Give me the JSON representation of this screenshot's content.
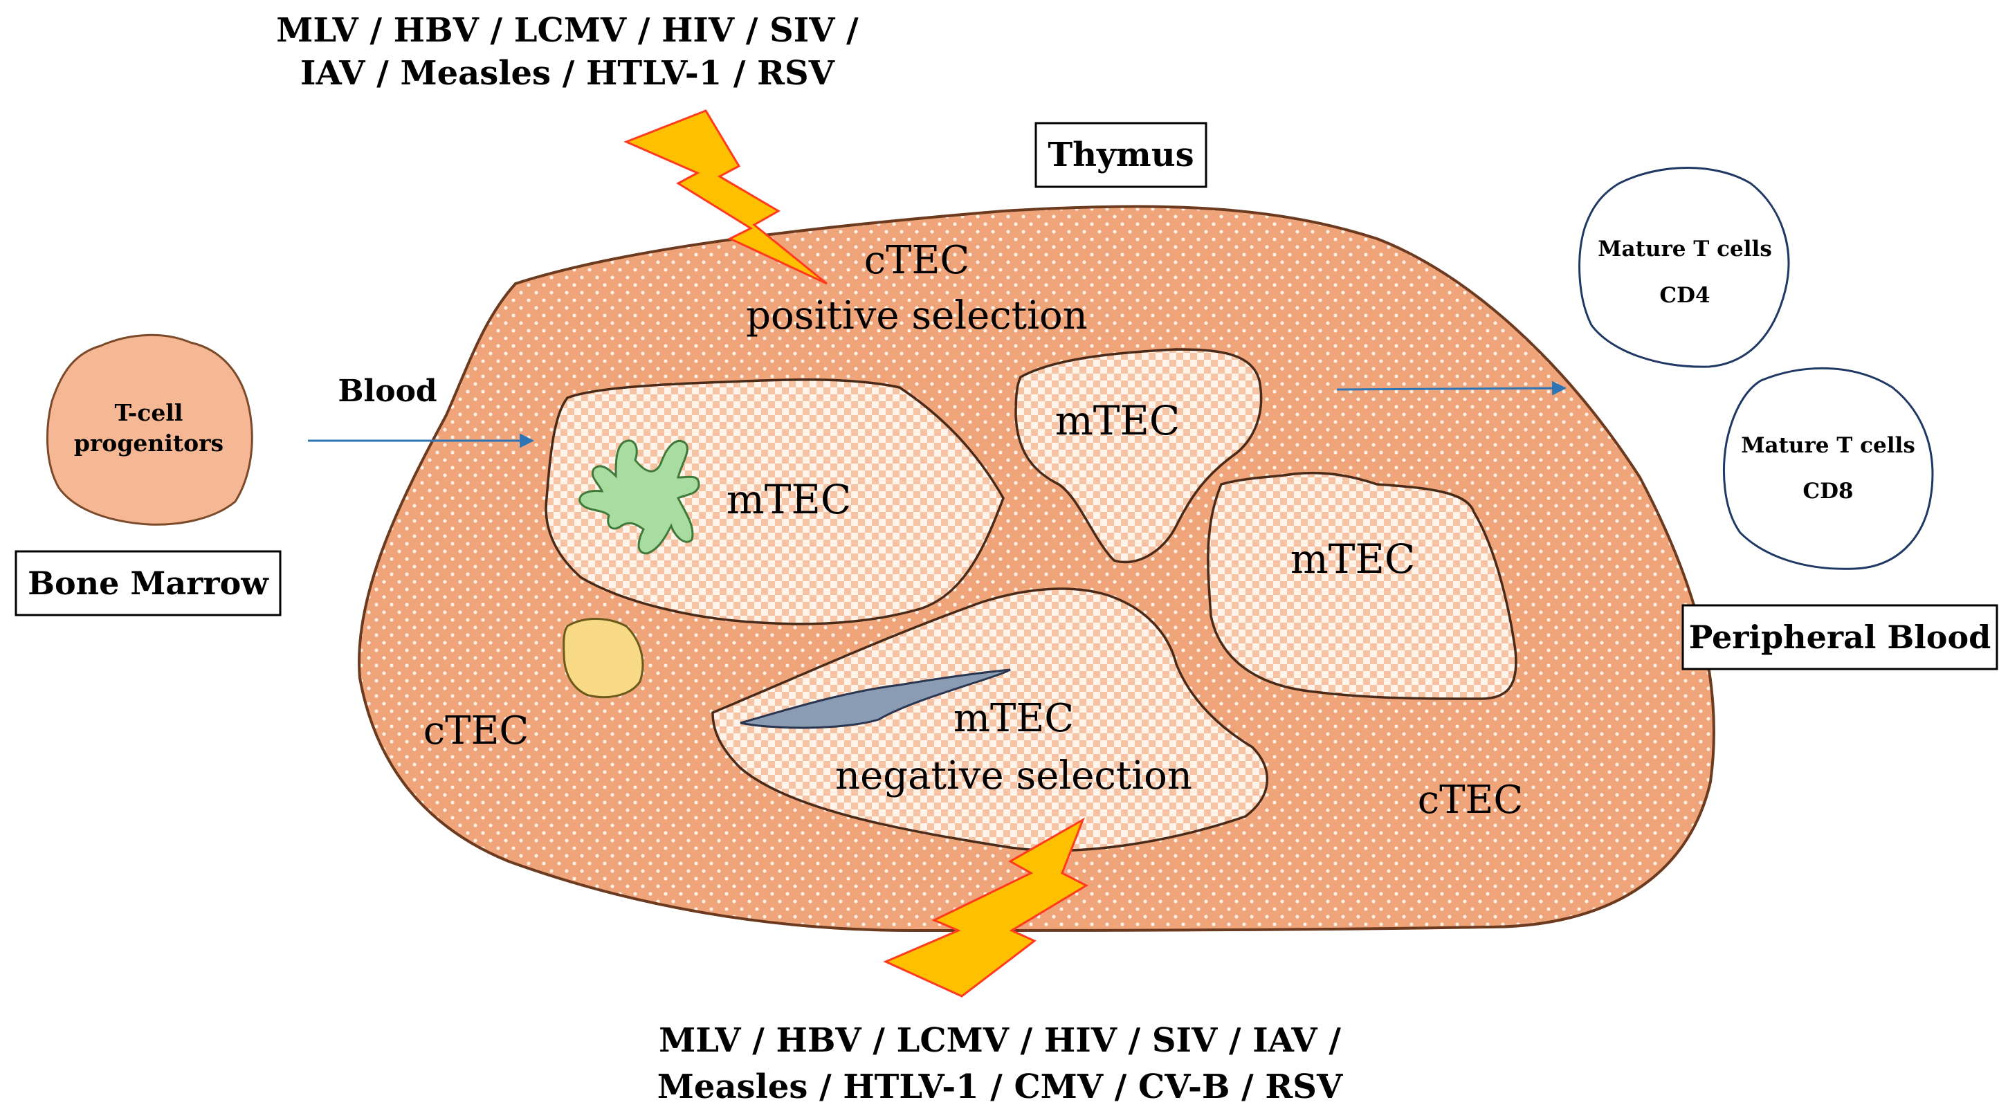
{
  "virus_list_top": {
    "line1": "MLV / HBV / LCMV / HIV / SIV /",
    "line2": "IAV / Measles / HTLV-1 / RSV"
  },
  "virus_list_bottom": {
    "line1": "MLV / HBV / LCMV / HIV / SIV / IAV /",
    "line2": "Measles / HTLV-1 / CMV / CV-B / RSV"
  },
  "labels": {
    "thymus": "Thymus",
    "bone_marrow": "Bone Marrow",
    "peripheral_blood": "Peripheral Blood",
    "blood": "Blood",
    "t_cell_progenitors_1": "T-cell",
    "t_cell_progenitors_2": "progenitors",
    "mature_cd4_1": "Mature  T  cells",
    "mature_cd4_2": "CD4",
    "mature_cd8_1": "Mature  T  cells",
    "mature_cd8_2": "CD8",
    "ctec_top_1": "cTEC",
    "ctec_top_2": "positive selection",
    "ctec_left": "cTEC",
    "ctec_right": "cTEC",
    "mtec_left": "mTEC",
    "mtec_center": "mTEC",
    "mtec_right": "mTEC",
    "mtec_bottom_1": "mTEC",
    "mtec_bottom_2": "negative  selection"
  },
  "colors": {
    "thymus_fill": "#F0A47A",
    "thymus_outline": "#6B3A1F",
    "mtec_fill": "#FCE3D2",
    "progenitor_fill": "#F6B894",
    "dendritic_cell": "#A8DCA0",
    "yellow_cell": "#F8DA86",
    "vessel": "#8A9BB4",
    "lightning_fill": "#FFC000",
    "lightning_edge": "#FF3B1F",
    "arrow": "#2E75B6",
    "mature_cell_outline": "#1F3864"
  }
}
